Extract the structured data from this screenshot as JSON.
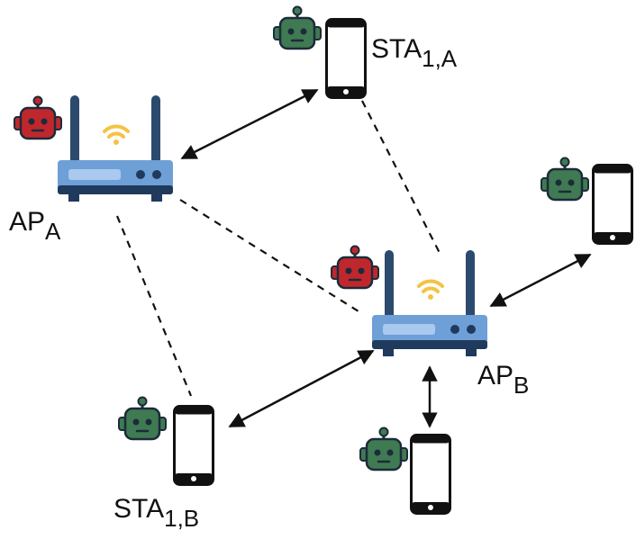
{
  "colors": {
    "router_body": "#6e9fd6",
    "router_dark": "#1f3a5c",
    "router_antenna": "#2c4a6e",
    "wifi": "#f5c242",
    "robot_red": "#c0272d",
    "robot_green": "#3f7a52",
    "robot_outline": "#1c2b3a",
    "phone": "#111111"
  },
  "icons": {
    "router": "wifi-router-icon",
    "robot": "robot-agent-icon",
    "phone": "smartphone-icon"
  },
  "labels": {
    "ap_a": {
      "main": "AP",
      "sub": "A"
    },
    "ap_b": {
      "main": "AP",
      "sub": "B"
    },
    "sta_1a": {
      "main": "STA",
      "sub": "1,A"
    },
    "sta_1b": {
      "main": "STA",
      "sub": "1,B"
    }
  },
  "links": {
    "solid": "association",
    "dashed": "interference"
  }
}
